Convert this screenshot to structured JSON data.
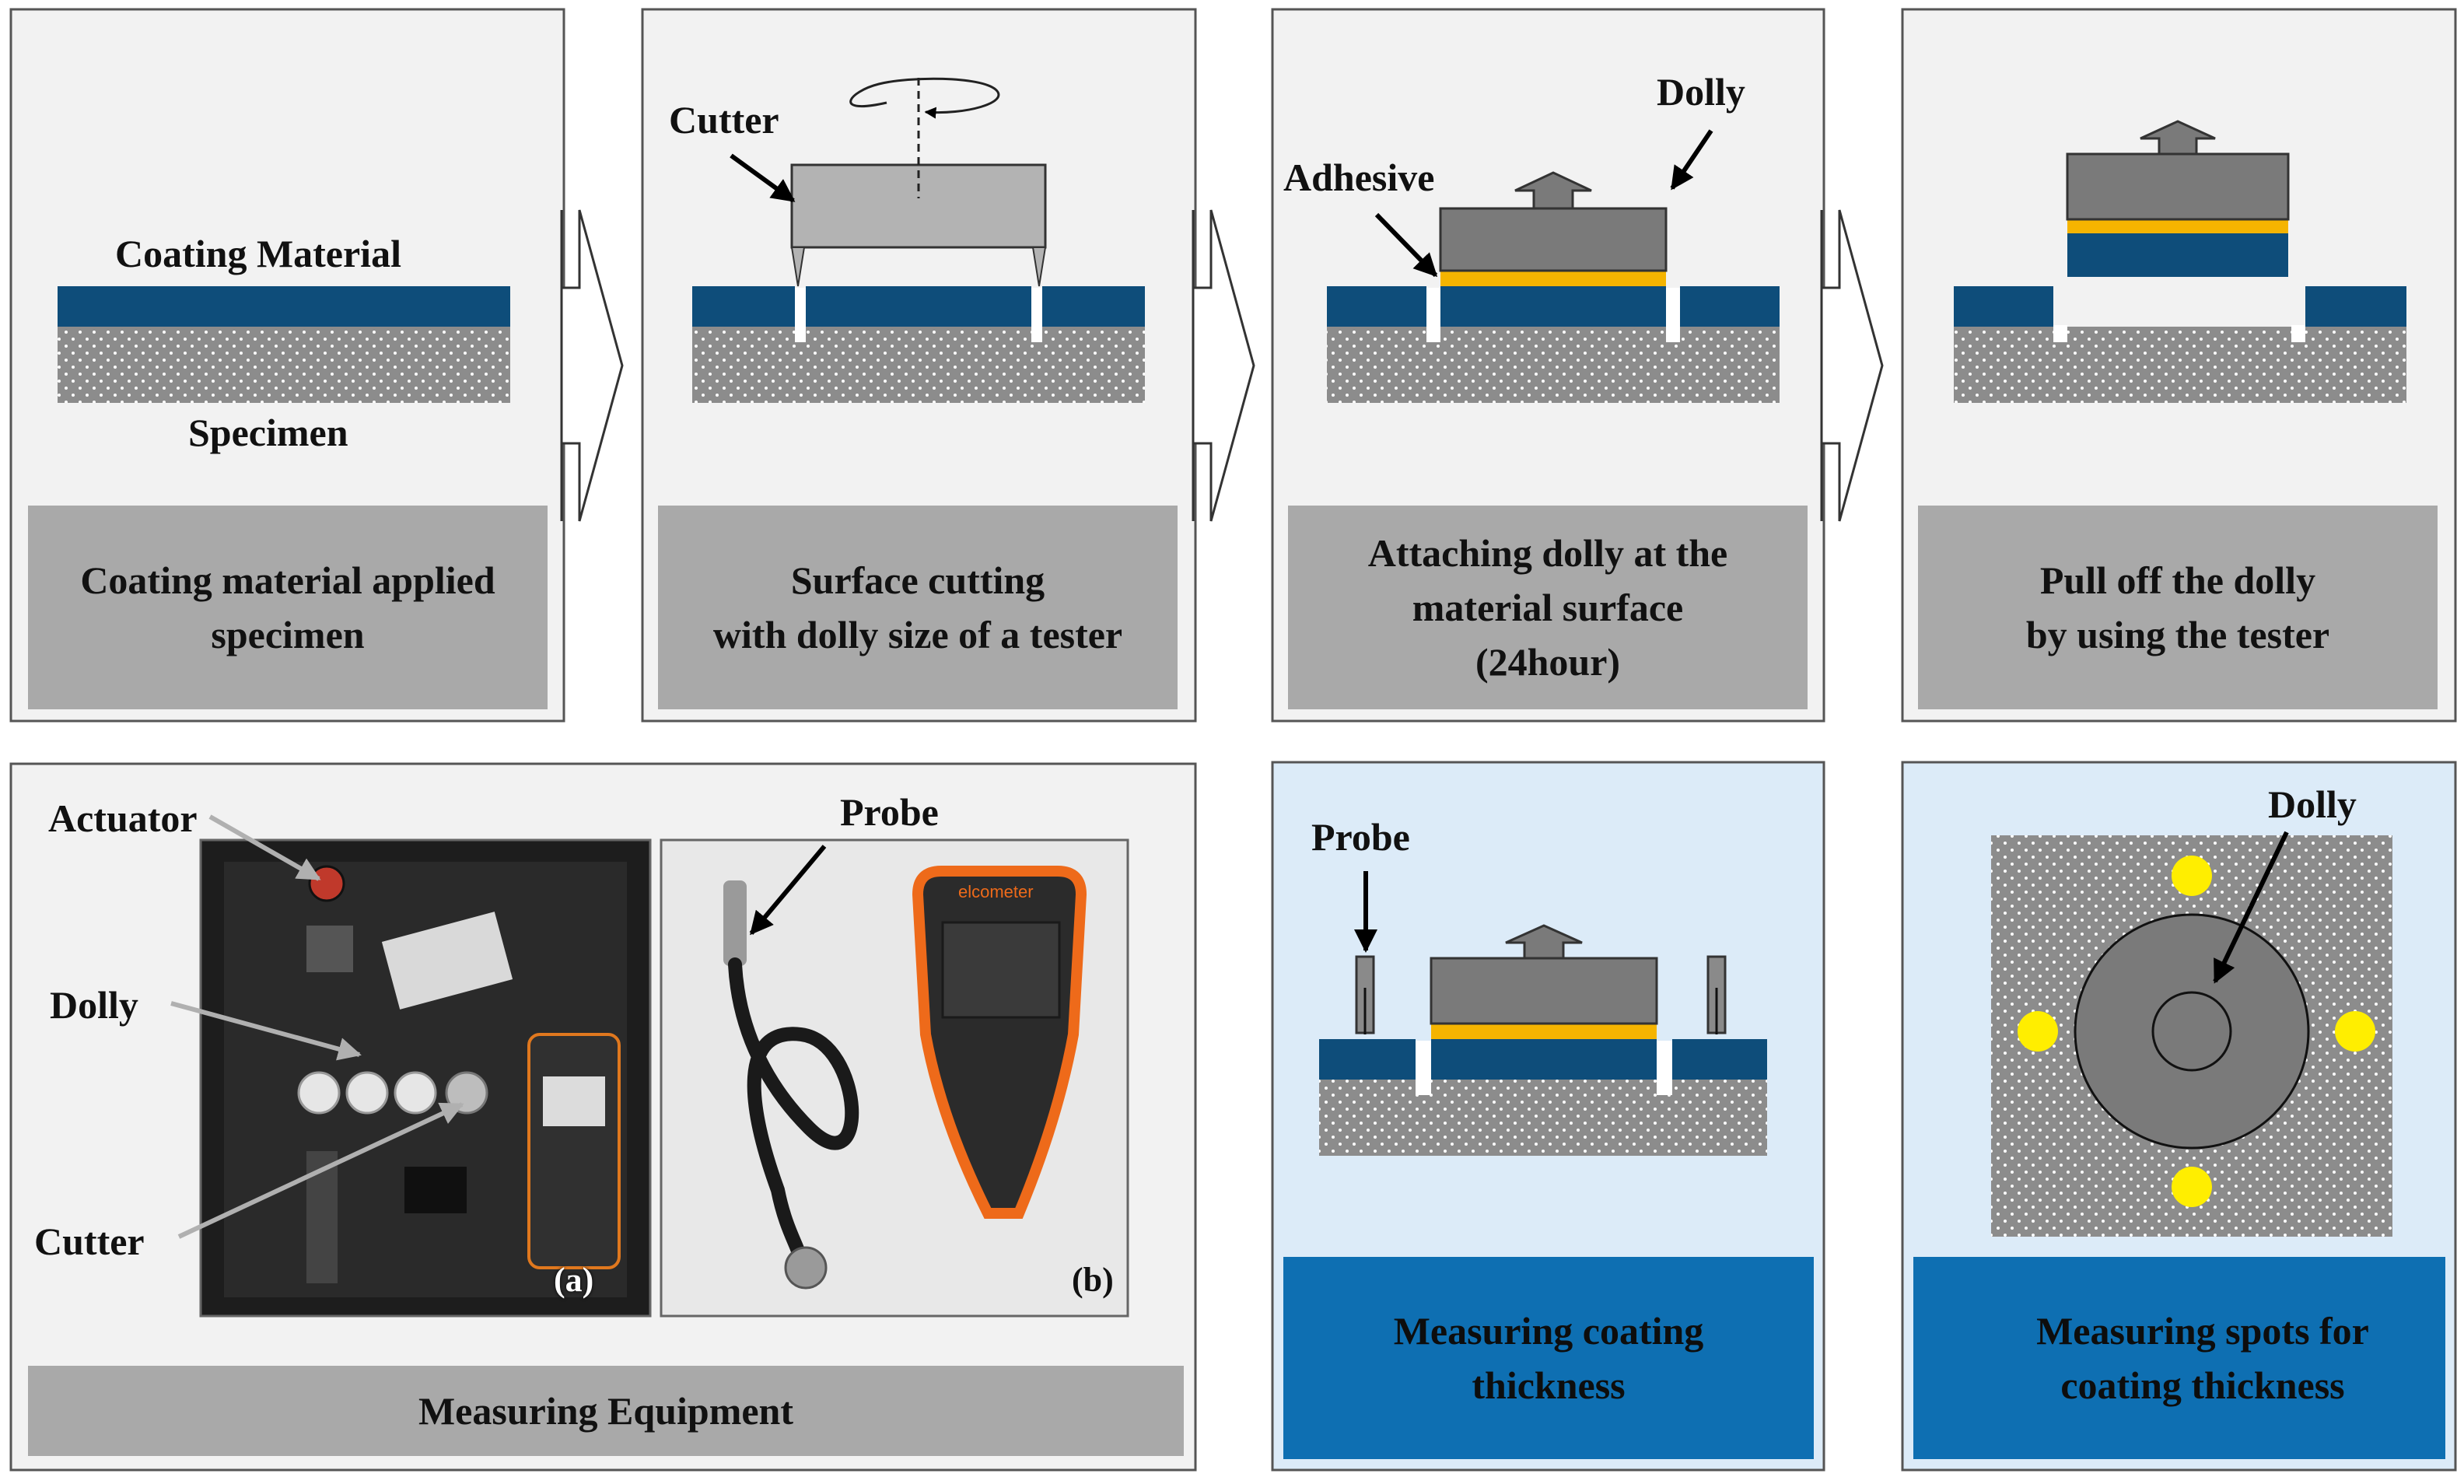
{
  "steps": [
    {
      "caption": "Coating material applied\nspecimen",
      "labels": {
        "top": "Coating Material",
        "bottom": "Specimen"
      }
    },
    {
      "caption": "Surface cutting\nwith dolly size of a tester",
      "labels": {
        "tool": "Cutter"
      }
    },
    {
      "caption": "Attaching dolly at the\nmaterial surface\n(24hour)",
      "labels": {
        "adhesive": "Adhesive",
        "dolly": "Dolly"
      }
    },
    {
      "caption": "Pull off the dolly\nby using the tester"
    }
  ],
  "equipment": {
    "caption": "Measuring Equipment",
    "labels": {
      "actuator": "Actuator",
      "dolly": "Dolly",
      "cutter": "Cutter",
      "probe": "Probe"
    },
    "photo_a": "(a)",
    "photo_b": "(b)",
    "brand_text": "elcometer"
  },
  "thickness": {
    "caption": "Measuring coating\nthickness",
    "probe_label": "Probe"
  },
  "spots": {
    "caption": "Measuring spots for\ncoating thickness",
    "dolly_label": "Dolly"
  },
  "colors": {
    "coating": "#0e4d7a",
    "specimen": "#8c8c8c",
    "adhesive": "#f5b400",
    "dolly": "#7a7a7a",
    "spot": "#ffee00",
    "caption_gray": "#a9a9a9",
    "caption_blue": "#0e6fb2",
    "panel_bg": "#f2f2f2",
    "panel_blue": "#dcebf8"
  }
}
